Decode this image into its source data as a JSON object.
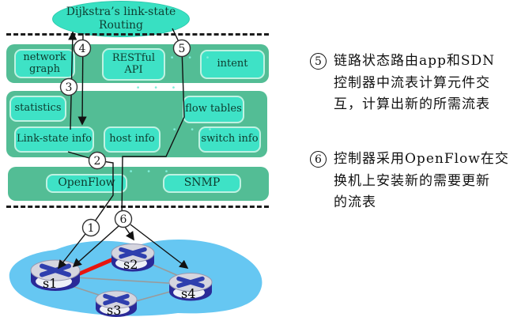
{
  "figure": {
    "app": {
      "line1": "Dijkstra’s link-state",
      "line2": "Routing"
    },
    "northbound": [
      "network graph",
      "RESTful API",
      "intent"
    ],
    "state_row1": [
      "statistics",
      "flow tables"
    ],
    "state_row2": [
      "Link-state info",
      "host info",
      "switch info"
    ],
    "southbound": [
      "OpenFlow",
      "SNMP"
    ],
    "ellipsis": "· · ·",
    "steps": [
      "1",
      "2",
      "3",
      "4",
      "5",
      "6"
    ],
    "switches": [
      "s1",
      "s2",
      "s3",
      "s4"
    ]
  },
  "annotations": [
    {
      "num": "5",
      "lines": [
        "链路状态路由app和SDN",
        "控制器中流表计算元件交",
        "互，计算出新的所需流表"
      ]
    },
    {
      "num": "6",
      "lines": [
        "控制器采用OpenFlow在交",
        "换机上安装新的需要更新",
        "的流表"
      ]
    }
  ],
  "colors": {
    "band_green": "#53bd95",
    "box_turquoise": "#3ee2c6",
    "box_border": "#bff2e2",
    "cloud_blue": "#66c7f2",
    "red_link": "#e8150d",
    "router_navy": "#2a2a98",
    "gray_link": "#9a9a9a"
  }
}
